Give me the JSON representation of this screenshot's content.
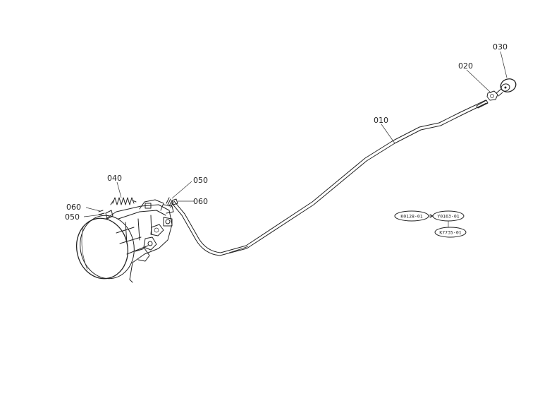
{
  "parts": [
    {
      "id": "p010",
      "label": "010"
    },
    {
      "id": "p020",
      "label": "020"
    },
    {
      "id": "p030",
      "label": "030"
    },
    {
      "id": "p040",
      "label": "040"
    },
    {
      "id": "p050a",
      "label": "050"
    },
    {
      "id": "p060a",
      "label": "060"
    },
    {
      "id": "p060b",
      "label": "060"
    },
    {
      "id": "p050b",
      "label": "050"
    }
  ],
  "refs": [
    "K0128-01",
    "Y0163-01",
    "K7735-01"
  ]
}
